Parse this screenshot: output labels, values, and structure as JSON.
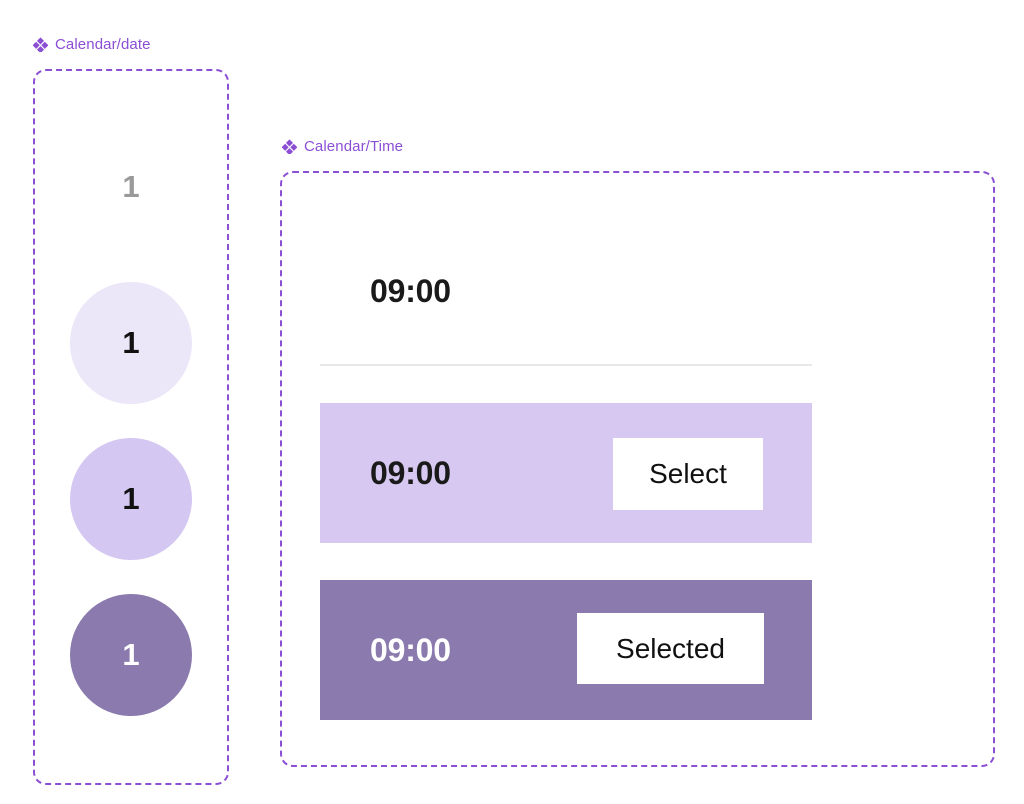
{
  "frames": [
    {
      "id": "date",
      "icon": "figma-component-icon",
      "label": "Calendar/date"
    },
    {
      "id": "time",
      "icon": "figma-component-icon",
      "label": "Calendar/Time"
    }
  ],
  "date_frame": {
    "label": "Calendar/date",
    "cells": [
      {
        "value": "1",
        "state": "default"
      },
      {
        "value": "1",
        "state": "hover"
      },
      {
        "value": "1",
        "state": "available"
      },
      {
        "value": "1",
        "state": "selected"
      }
    ]
  },
  "time_frame": {
    "label": "Calendar/Time",
    "rows": [
      {
        "time": "09:00",
        "state": "default",
        "action": ""
      },
      {
        "time": "09:00",
        "state": "available",
        "action": "Select"
      },
      {
        "time": "09:00",
        "state": "selected",
        "action": "Selected"
      }
    ]
  },
  "colors": {
    "frame_outline": "#8B4FD4",
    "label_text": "#8B4FD4",
    "cell_default_text": "#9A9A9A",
    "cell_hover_bg": "#EBE6F8",
    "cell_available_bg": "#D4C7F2",
    "cell_selected_bg": "#8A7AAD",
    "row_available_bg": "#D6C8F0",
    "row_selected_bg": "#8A7AAD",
    "divider": "#E8E8E8",
    "text_dark": "#1A1A1A",
    "text_light": "#FFFFFF",
    "surface": "#FFFFFF"
  }
}
